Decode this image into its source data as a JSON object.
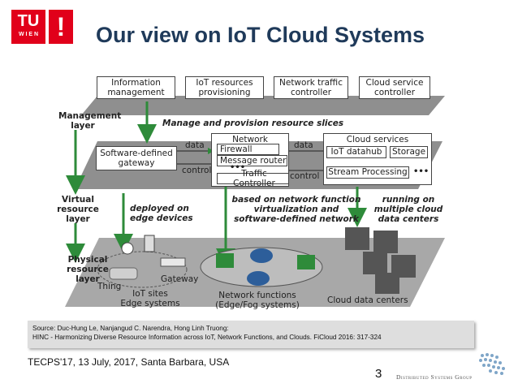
{
  "logo": {
    "tu": "TU",
    "wien": "W I E N",
    "mark": "!"
  },
  "title": "Our view on IoT Cloud Systems",
  "management_boxes": [
    "Information\nmanagement",
    "IoT resources\nprovisioning",
    "Network traffic\ncontroller",
    "Cloud service\ncontroller"
  ],
  "layers": {
    "management": "Management\nlayer",
    "virtual": "Virtual\nresource\nlayer",
    "physical": "Physical\nresource\nlayer"
  },
  "manage_label": "Manage and provision resource slices",
  "virtual": {
    "sdg": "Software-defined\ngateway",
    "data1": "data",
    "control1": "control",
    "nf_title": "Network functions",
    "nf_items": [
      "Firewall",
      "Message router",
      "Traffic Controller"
    ],
    "ellipsis": "•••",
    "data2": "data",
    "control2": "control",
    "cs_title": "Cloud services",
    "cs_items": [
      "IoT datahub",
      "Storage",
      "Stream Processing"
    ]
  },
  "annotations": {
    "edge": "deployed on\nedge devices",
    "nfv": "based on network function\nvirtualization and\nsoftware-defined network",
    "cloud": "running on\nmultiple cloud\ndata centers"
  },
  "physical": {
    "gateway": "Gateway",
    "thing": "Thing",
    "iot_sites": "IoT sites\nEdge systems",
    "nf": "Network functions\n(Edge/Fog systems)",
    "cdc": "Cloud data centers"
  },
  "source_line1": "Source: Duc-Hung Le, Nanjangud C. Narendra, Hong Linh Truong:",
  "source_line2": "HINC - Harmonizing Diverse Resource Information across IoT, Network Functions, and Clouds. FiCloud 2016: 317-324",
  "footer": "TECPS'17, 13 July, 2017, Santa Barbara, USA",
  "page_number": "3",
  "dsg": "Distributed Systems Group",
  "colors": {
    "accent_red": "#e1001a",
    "arrow_green": "#2e8b3a",
    "title_blue": "#1f3a5a",
    "plane_gray": "#8f8f8f"
  }
}
